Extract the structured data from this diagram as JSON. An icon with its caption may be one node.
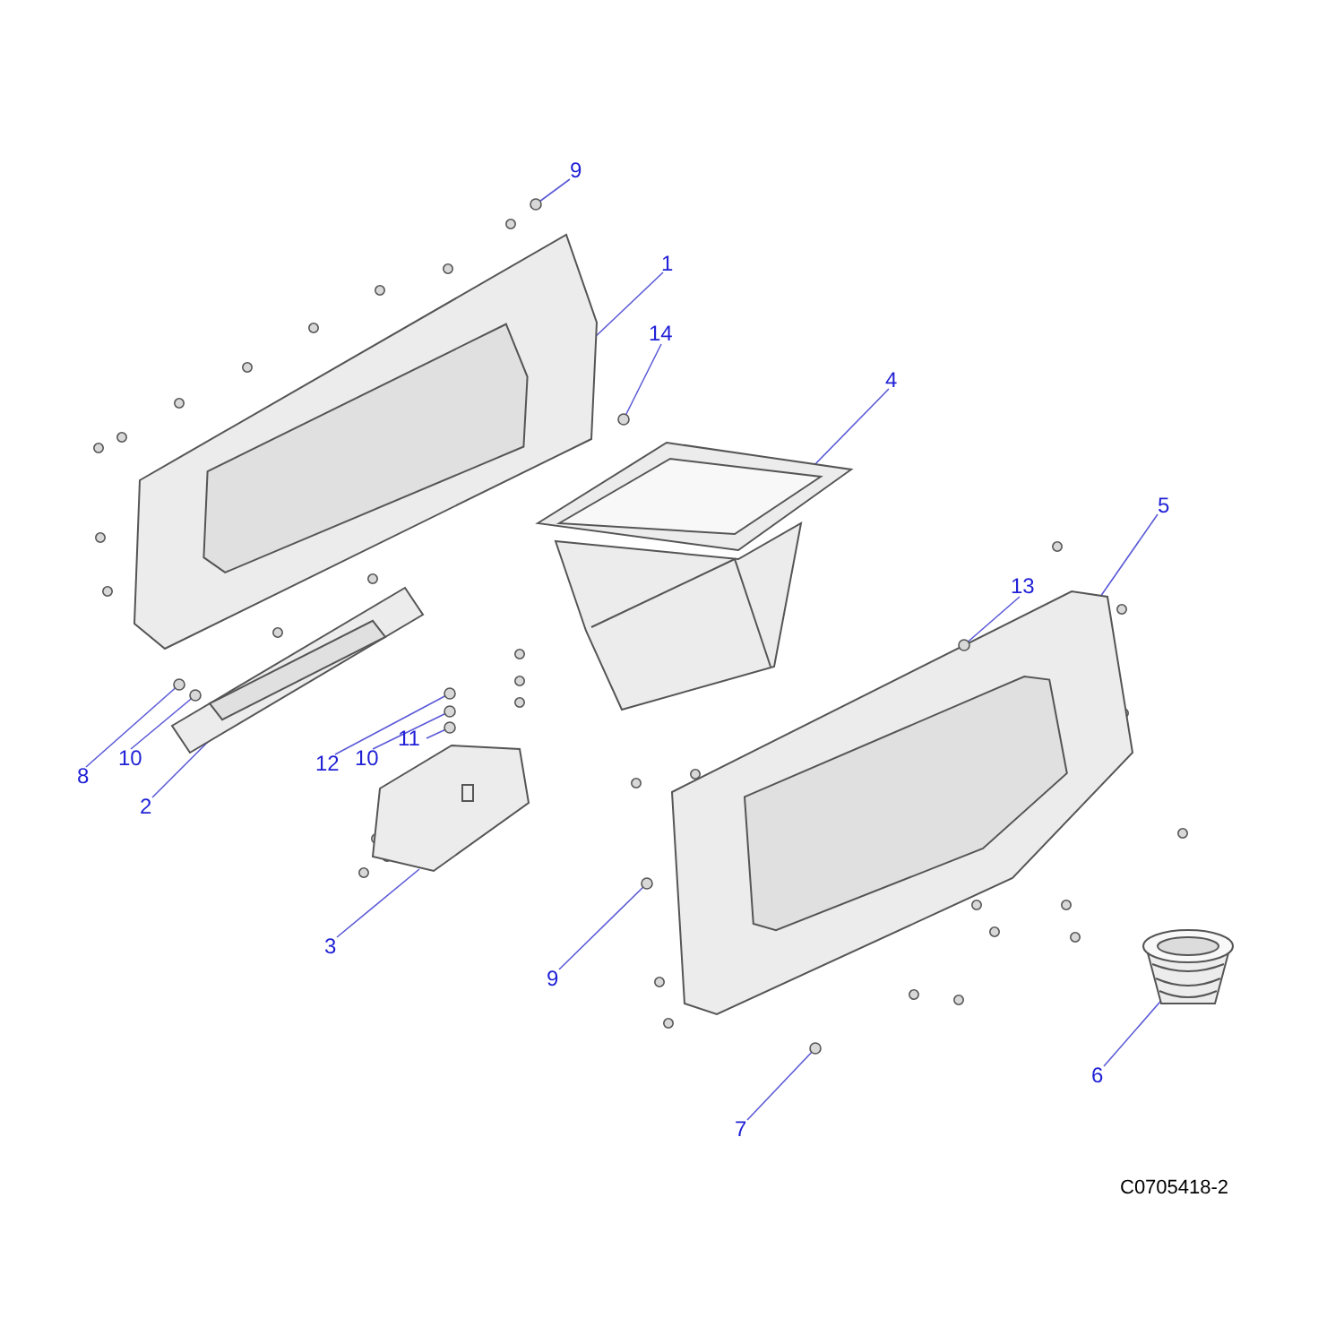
{
  "diagram": {
    "nodes": [
      {
        "text": [
          "9"
        ]
      },
      {
        "text": [],
        "shape": "circle"
      },
      {
        "text": [
          "1"
        ]
      },
      {
        "text": [],
        "shape": "picture"
      },
      {
        "text": [
          "14"
        ]
      },
      {
        "text": [],
        "shape": "circle"
      },
      {
        "text": [
          "4"
        ]
      },
      {
        "text": [],
        "shape": "picture"
      },
      {
        "text": [
          "5"
        ]
      },
      {
        "text": [],
        "shape": "picture"
      },
      {
        "text": [
          "13"
        ]
      },
      {
        "text": [],
        "shape": "circle"
      },
      {
        "text": [
          "8"
        ]
      },
      {
        "text": [],
        "shape": "circle"
      },
      {
        "text": [
          "10"
        ]
      },
      {
        "text": [],
        "shape": "circle"
      },
      {
        "text": [
          "2"
        ]
      },
      {
        "text": [],
        "shape": "picture"
      },
      {
        "text": [
          "12"
        ]
      },
      {
        "text": [],
        "shape": "circle"
      },
      {
        "text": [
          "10"
        ]
      },
      {
        "text": [],
        "shape": "circle"
      },
      {
        "text": [
          "11"
        ]
      },
      {
        "text": [],
        "shape": "circle"
      },
      {
        "text": [
          "3"
        ]
      },
      {
        "text": [],
        "shape": "picture"
      },
      {
        "text": [
          "9"
        ]
      },
      {
        "text": [],
        "shape": "circle"
      },
      {
        "text": [
          "6"
        ]
      },
      {
        "text": [],
        "shape": "picture"
      },
      {
        "text": [
          "7"
        ]
      },
      {
        "text": [],
        "shape": "circle"
      }
    ],
    "edges": [
      {
        "from": 0,
        "to": 1,
        "arrow": "none"
      },
      {
        "from": 2,
        "to": 3,
        "arrow": "none"
      },
      {
        "from": 4,
        "to": 5,
        "arrow": "none"
      },
      {
        "from": 6,
        "to": 7,
        "arrow": "none"
      },
      {
        "from": 8,
        "to": 9,
        "arrow": "none"
      },
      {
        "from": 10,
        "to": 11,
        "arrow": "none"
      },
      {
        "from": 12,
        "to": 13,
        "arrow": "none"
      },
      {
        "from": 14,
        "to": 15,
        "arrow": "none"
      },
      {
        "from": 16,
        "to": 17,
        "arrow": "none"
      },
      {
        "from": 18,
        "to": 19,
        "arrow": "none"
      },
      {
        "from": 20,
        "to": 21,
        "arrow": "none"
      },
      {
        "from": 22,
        "to": 23,
        "arrow": "none"
      },
      {
        "from": 24,
        "to": 25,
        "arrow": "none"
      },
      {
        "from": 26,
        "to": 27,
        "arrow": "none"
      },
      {
        "from": 28,
        "to": 29,
        "arrow": "none"
      },
      {
        "from": 30,
        "to": 31,
        "arrow": "none"
      }
    ],
    "labels": [
      "C0705418-2"
    ]
  }
}
